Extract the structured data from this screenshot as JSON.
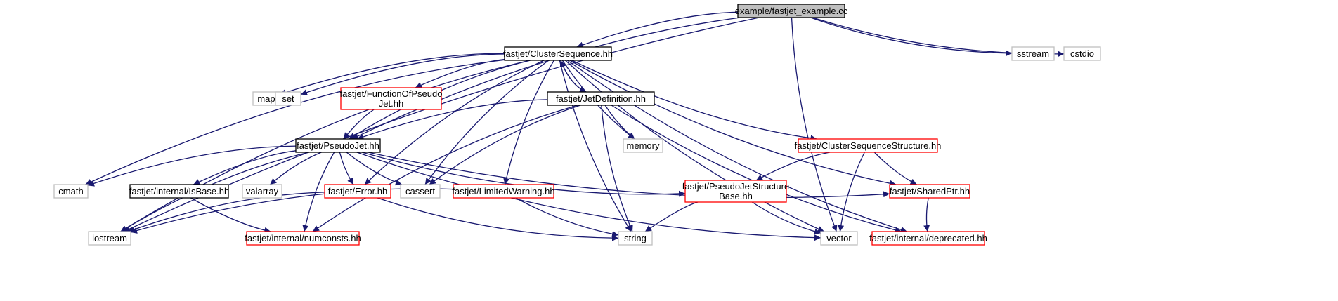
{
  "colors": {
    "edge": "#191970",
    "root_fill": "#bfbfbf",
    "border_black": "#000000",
    "border_red": "#ff0000",
    "border_gray": "#bfbfbf"
  },
  "nodes": [
    {
      "id": "root",
      "kind": "root",
      "lines": [
        "example/fastjet_example.cc"
      ]
    },
    {
      "id": "cs",
      "kind": "black",
      "lines": [
        "fastjet/ClusterSequence.hh"
      ]
    },
    {
      "id": "sstream",
      "kind": "gray",
      "lines": [
        "sstream"
      ]
    },
    {
      "id": "cstdio",
      "kind": "gray",
      "lines": [
        "cstdio"
      ]
    },
    {
      "id": "map",
      "kind": "gray",
      "lines": [
        "map"
      ]
    },
    {
      "id": "set",
      "kind": "gray",
      "lines": [
        "set"
      ]
    },
    {
      "id": "fop",
      "kind": "red",
      "lines": [
        "fastjet/FunctionOfPseudo",
        "Jet.hh"
      ]
    },
    {
      "id": "jd",
      "kind": "black",
      "lines": [
        "fastjet/JetDefinition.hh"
      ]
    },
    {
      "id": "memory",
      "kind": "gray",
      "lines": [
        "memory"
      ]
    },
    {
      "id": "css",
      "kind": "red",
      "lines": [
        "fastjet/ClusterSequenceStructure.hh"
      ]
    },
    {
      "id": "pj",
      "kind": "black",
      "lines": [
        "fastjet/PseudoJet.hh"
      ]
    },
    {
      "id": "cmath",
      "kind": "gray",
      "lines": [
        "cmath"
      ]
    },
    {
      "id": "isbase",
      "kind": "black",
      "lines": [
        "fastjet/internal/IsBase.hh"
      ]
    },
    {
      "id": "valarray",
      "kind": "gray",
      "lines": [
        "valarray"
      ]
    },
    {
      "id": "error",
      "kind": "red",
      "lines": [
        "fastjet/Error.hh"
      ]
    },
    {
      "id": "cassert",
      "kind": "gray",
      "lines": [
        "cassert"
      ]
    },
    {
      "id": "lw",
      "kind": "red",
      "lines": [
        "fastjet/LimitedWarning.hh"
      ]
    },
    {
      "id": "pjsb",
      "kind": "red",
      "lines": [
        "fastjet/PseudoJetStructure",
        "Base.hh"
      ]
    },
    {
      "id": "sp",
      "kind": "red",
      "lines": [
        "fastjet/SharedPtr.hh"
      ]
    },
    {
      "id": "iostream",
      "kind": "gray",
      "lines": [
        "iostream"
      ]
    },
    {
      "id": "numconsts",
      "kind": "red",
      "lines": [
        "fastjet/internal/numconsts.hh"
      ]
    },
    {
      "id": "string",
      "kind": "gray",
      "lines": [
        "string"
      ]
    },
    {
      "id": "vector",
      "kind": "gray",
      "lines": [
        "vector"
      ]
    },
    {
      "id": "deprecated",
      "kind": "red",
      "lines": [
        "fastjet/internal/deprecated.hh"
      ]
    }
  ],
  "edges": [
    [
      "root",
      "cs"
    ],
    [
      "root",
      "pj"
    ],
    [
      "root",
      "iostream"
    ],
    [
      "root",
      "sstream"
    ],
    [
      "root",
      "cstdio"
    ],
    [
      "root",
      "vector"
    ],
    [
      "cs",
      "map"
    ],
    [
      "cs",
      "set"
    ],
    [
      "cs",
      "fop"
    ],
    [
      "cs",
      "jd"
    ],
    [
      "cs",
      "memory"
    ],
    [
      "cs",
      "css"
    ],
    [
      "cs",
      "pj"
    ],
    [
      "cs",
      "cmath"
    ],
    [
      "cs",
      "iostream"
    ],
    [
      "cs",
      "error"
    ],
    [
      "cs",
      "cassert"
    ],
    [
      "cs",
      "lw"
    ],
    [
      "cs",
      "sp"
    ],
    [
      "cs",
      "string"
    ],
    [
      "cs",
      "vector"
    ],
    [
      "cs",
      "deprecated"
    ],
    [
      "fop",
      "pj"
    ],
    [
      "jd",
      "cs"
    ],
    [
      "jd",
      "pj"
    ],
    [
      "jd",
      "memory"
    ],
    [
      "jd",
      "cassert"
    ],
    [
      "jd",
      "string"
    ],
    [
      "jd",
      "numconsts"
    ],
    [
      "jd",
      "deprecated"
    ],
    [
      "css",
      "pjsb"
    ],
    [
      "css",
      "sp"
    ],
    [
      "css",
      "vector"
    ],
    [
      "pj",
      "cmath"
    ],
    [
      "pj",
      "iostream"
    ],
    [
      "pj",
      "isbase"
    ],
    [
      "pj",
      "valarray"
    ],
    [
      "pj",
      "error"
    ],
    [
      "pj",
      "cassert"
    ],
    [
      "pj",
      "numconsts"
    ],
    [
      "pj",
      "pjsb"
    ],
    [
      "pj",
      "sp"
    ],
    [
      "pj",
      "vector"
    ],
    [
      "isbase",
      "numconsts"
    ],
    [
      "error",
      "iostream"
    ],
    [
      "error",
      "string"
    ],
    [
      "lw",
      "iostream"
    ],
    [
      "lw",
      "string"
    ],
    [
      "pjsb",
      "string"
    ],
    [
      "pjsb",
      "vector"
    ],
    [
      "sp",
      "deprecated"
    ]
  ]
}
